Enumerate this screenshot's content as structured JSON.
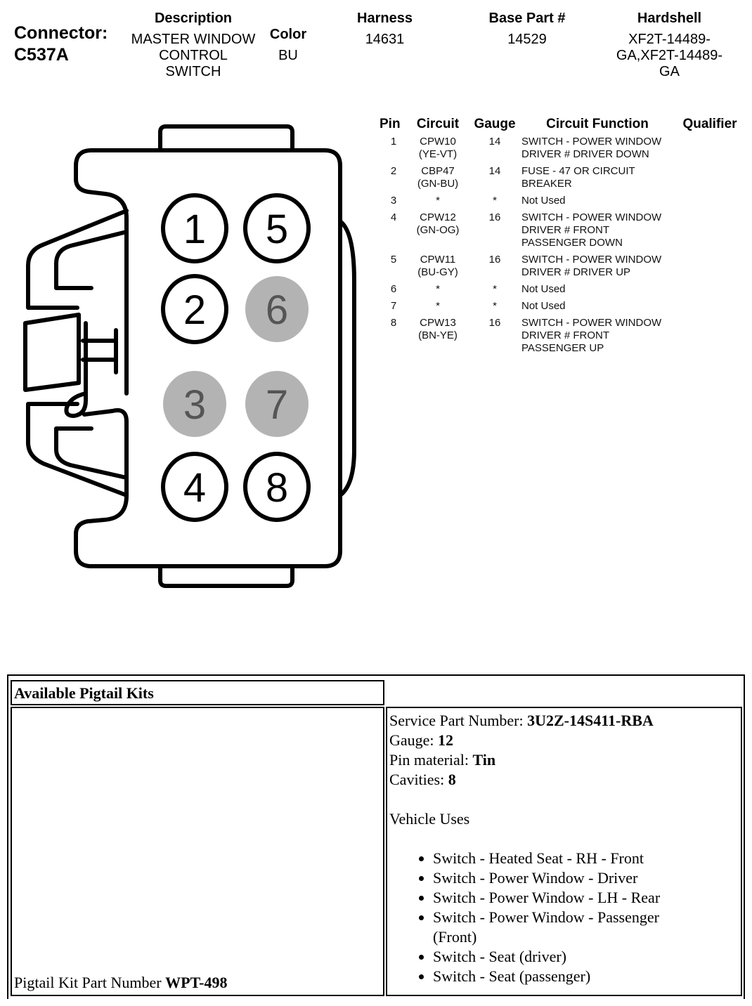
{
  "connector": {
    "label": "Connector:",
    "id": "C537A"
  },
  "header": {
    "description_label": "Description",
    "description": [
      "MASTER WINDOW",
      "CONTROL",
      "SWITCH"
    ],
    "color_label": "Color",
    "color": "BU",
    "harness_label": "Harness",
    "harness": "14631",
    "base_part_label": "Base Part #",
    "base_part": "14529",
    "hardshell_label": "Hardshell",
    "hardshell": [
      "XF2T-14489-",
      "GA,XF2T-14489-",
      "GA"
    ]
  },
  "pin_table": {
    "headers": {
      "pin": "Pin",
      "circuit": "Circuit",
      "gauge": "Gauge",
      "function": "Circuit Function",
      "qualifier": "Qualifier"
    },
    "rows": [
      {
        "pin": "1",
        "circuit": [
          "CPW10",
          "(YE-VT)"
        ],
        "gauge": "14",
        "function": [
          "SWITCH - POWER WINDOW",
          "DRIVER # DRIVER DOWN"
        ]
      },
      {
        "pin": "2",
        "circuit": [
          "CBP47",
          "(GN-BU)"
        ],
        "gauge": "14",
        "function": [
          "FUSE - 47 OR CIRCUIT",
          "BREAKER"
        ]
      },
      {
        "pin": "3",
        "circuit": [
          "*"
        ],
        "gauge": "*",
        "function": [
          "Not Used"
        ]
      },
      {
        "pin": "4",
        "circuit": [
          "CPW12",
          "(GN-OG)"
        ],
        "gauge": "16",
        "function": [
          "SWITCH - POWER WINDOW",
          "DRIVER # FRONT",
          "PASSENGER DOWN"
        ]
      },
      {
        "pin": "5",
        "circuit": [
          "CPW11",
          "(BU-GY)"
        ],
        "gauge": "16",
        "function": [
          "SWITCH - POWER WINDOW",
          "DRIVER # DRIVER UP"
        ]
      },
      {
        "pin": "6",
        "circuit": [
          "*"
        ],
        "gauge": "*",
        "function": [
          "Not Used"
        ]
      },
      {
        "pin": "7",
        "circuit": [
          "*"
        ],
        "gauge": "*",
        "function": [
          "Not Used"
        ]
      },
      {
        "pin": "8",
        "circuit": [
          "CPW13",
          "(BN-YE)"
        ],
        "gauge": "16",
        "function": [
          "SWITCH - POWER WINDOW",
          "DRIVER # FRONT",
          "PASSENGER UP"
        ]
      }
    ]
  },
  "diagram": {
    "pins": [
      {
        "label": "1",
        "used": true
      },
      {
        "label": "2",
        "used": true
      },
      {
        "label": "3",
        "used": false
      },
      {
        "label": "4",
        "used": true
      },
      {
        "label": "5",
        "used": true
      },
      {
        "label": "6",
        "used": false
      },
      {
        "label": "7",
        "used": false
      },
      {
        "label": "8",
        "used": true
      }
    ],
    "used_fill": "#ffffff",
    "unused_fill": "#b3b3b3"
  },
  "pigtail": {
    "section_title": "Available Pigtail Kits",
    "kit_part_label": "Pigtail Kit Part Number ",
    "kit_part_value": "WPT-498",
    "service_part_label": "Service Part Number: ",
    "service_part_value": "3U2Z-14S411-RBA",
    "gauge_label": "Gauge: ",
    "gauge_value": "12",
    "pin_material_label": "Pin material: ",
    "pin_material_value": "Tin",
    "cavities_label": "Cavities: ",
    "cavities_value": "8",
    "vehicle_uses_label": "Vehicle Uses",
    "vehicle_uses": [
      "Switch - Heated Seat - RH - Front",
      "Switch - Power Window - Driver",
      "Switch - Power Window - LH - Rear",
      "Switch - Power Window - Passenger (Front)",
      "Switch - Seat (driver)",
      "Switch - Seat (passenger)"
    ]
  }
}
